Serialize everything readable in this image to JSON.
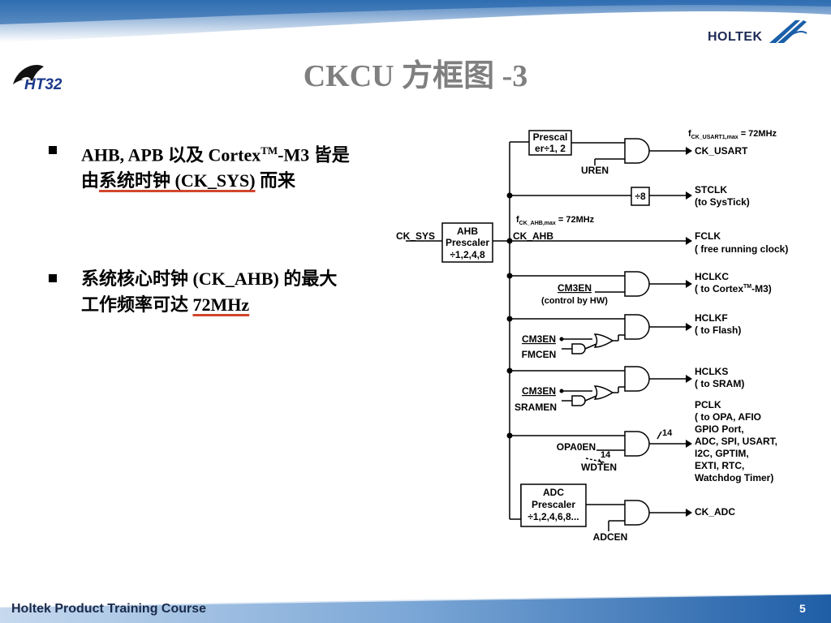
{
  "header": {
    "title": "CKCU 方框图 -3",
    "brand_name": "HOLTEK",
    "product_logo": "HT32"
  },
  "bullets": [
    {
      "line1": "AHB, APB 以及 Cortex",
      "tm": "TM",
      "line1_tail": "-M3 皆是",
      "line2_pre": "由",
      "line2_ul": "系统时钟 (CK_SYS)",
      "line2_post": " 而来"
    },
    {
      "line1": "系统核心时钟 (CK_AHB) 的最大",
      "line2_pre": "工作频率可达 ",
      "line2_ul": "72MHz"
    }
  ],
  "diagram": {
    "input_label": "CK_SYS",
    "ahb_prescaler": [
      "AHB",
      "Prescaler",
      "÷1,2,4,8"
    ],
    "bus_label": "CK_AHB",
    "fmax_ahb": {
      "f": "f",
      "sub": "CK_AHB,max",
      "val": " = 72MHz"
    },
    "fmax_usart": {
      "f": "f",
      "sub": "CK_USART1,max",
      "val": " = 72MHz"
    },
    "usart_prescaler": [
      "Prescal",
      "er÷1, 2"
    ],
    "uren": "UREN",
    "div8": "÷8",
    "cm3en": "CM3EN",
    "control_by_hw": "(control by HW)",
    "fmcen": "FMCEN",
    "sramen": "SRAMEN",
    "opa0en": "OPA0EN",
    "wdten": "WDTEN",
    "bus_width": "14",
    "adc_prescaler": [
      "ADC",
      "Prescaler",
      "÷1,2,4,6,8..."
    ],
    "adcen": "ADCEN",
    "outputs": {
      "ck_usart": "CK_USART",
      "stclk": [
        "STCLK",
        "(to SysTick)"
      ],
      "fclk": [
        "FCLK",
        "( free running clock)"
      ],
      "hclkc": {
        "a": "HCLKC",
        "b_pre": "( to Cortex",
        "b_tm": "TM",
        "b_post": "-M3)"
      },
      "hclkf": [
        "HCLKF",
        "( to Flash)"
      ],
      "hclks": [
        "HCLKS",
        "( to SRAM)"
      ],
      "pclk": [
        "PCLK",
        "( to OPA, AFIO",
        "GPIO Port,",
        "ADC, SPI, USART,",
        "I2C, GPTIM,",
        "EXTI, RTC,",
        "Watchdog Timer)"
      ],
      "ck_adc": "CK_ADC"
    }
  },
  "footer": {
    "course": "Holtek Product Training Course",
    "page": "5"
  },
  "colors": {
    "title": "#7f7f7f",
    "underline_accent": "#d2462d",
    "header_blue": "#1b5fa8",
    "footer_blue": "#1f5ea6"
  }
}
